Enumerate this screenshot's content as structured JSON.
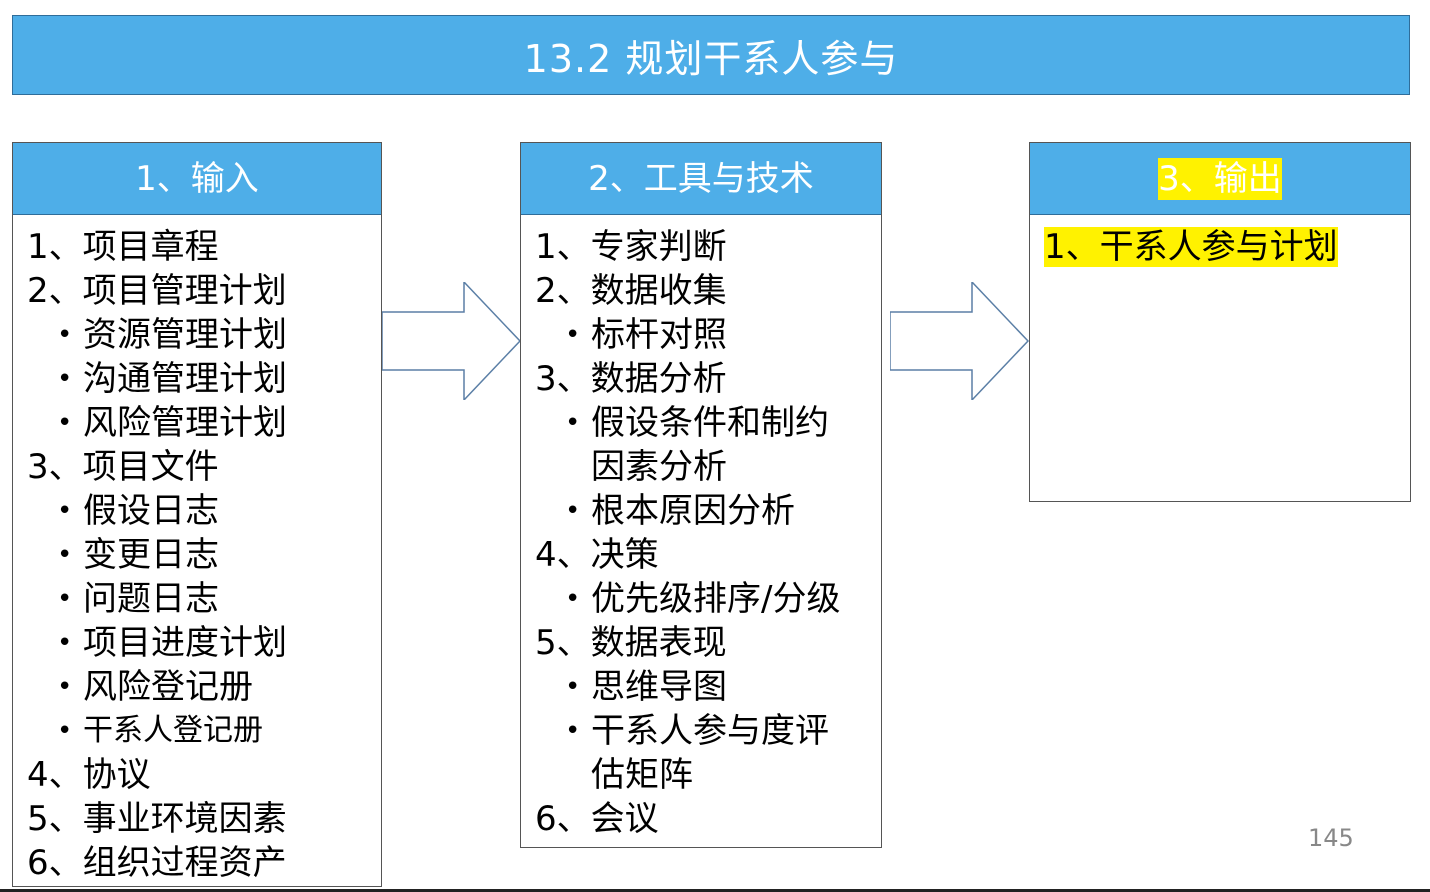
{
  "title": "13.2  规划干系人参与",
  "panels": {
    "inputs": {
      "header": "1、输入",
      "items": [
        {
          "text": "1、项目章程",
          "level": 0
        },
        {
          "text": "2、项目管理计划",
          "level": 0
        },
        {
          "text": "资源管理计划",
          "level": 1
        },
        {
          "text": "沟通管理计划",
          "level": 1
        },
        {
          "text": "风险管理计划",
          "level": 1
        },
        {
          "text": "3、项目文件",
          "level": 0
        },
        {
          "text": "假设日志",
          "level": 1
        },
        {
          "text": "变更日志",
          "level": 1
        },
        {
          "text": "问题日志",
          "level": 1
        },
        {
          "text": "项目进度计划",
          "level": 1
        },
        {
          "text": "风险登记册",
          "level": 1
        },
        {
          "text": "干系人登记册",
          "level": 1,
          "small": true
        },
        {
          "text": "4、协议",
          "level": 0
        },
        {
          "text": "5、事业环境因素",
          "level": 0
        },
        {
          "text": "6、组织过程资产",
          "level": 0
        }
      ]
    },
    "tools": {
      "header": "2、工具与技术",
      "items": [
        {
          "text": "1、专家判断",
          "level": 0
        },
        {
          "text": "2、数据收集",
          "level": 0
        },
        {
          "text": "标杆对照",
          "level": 1
        },
        {
          "text": "3、数据分析",
          "level": 0
        },
        {
          "text": "假设条件和制约因素分析",
          "level": 1
        },
        {
          "text": "根本原因分析",
          "level": 1
        },
        {
          "text": "4、决策",
          "level": 0
        },
        {
          "text": "优先级排序/分级",
          "level": 1
        },
        {
          "text": "5、数据表现",
          "level": 0
        },
        {
          "text": "思维导图",
          "level": 1
        },
        {
          "text": "干系人参与度评估矩阵",
          "level": 1
        },
        {
          "text": "6、会议",
          "level": 0
        }
      ]
    },
    "outputs": {
      "header": "3、输出",
      "items": [
        {
          "text": "1、干系人参与计划",
          "level": 0,
          "highlight": true
        }
      ]
    }
  },
  "bullet_glyph": "•",
  "page_number": "145",
  "colors": {
    "header_blue": "#4eaee8",
    "highlight_yellow": "#fff200",
    "arrow_stroke": "#5b7fa6"
  }
}
